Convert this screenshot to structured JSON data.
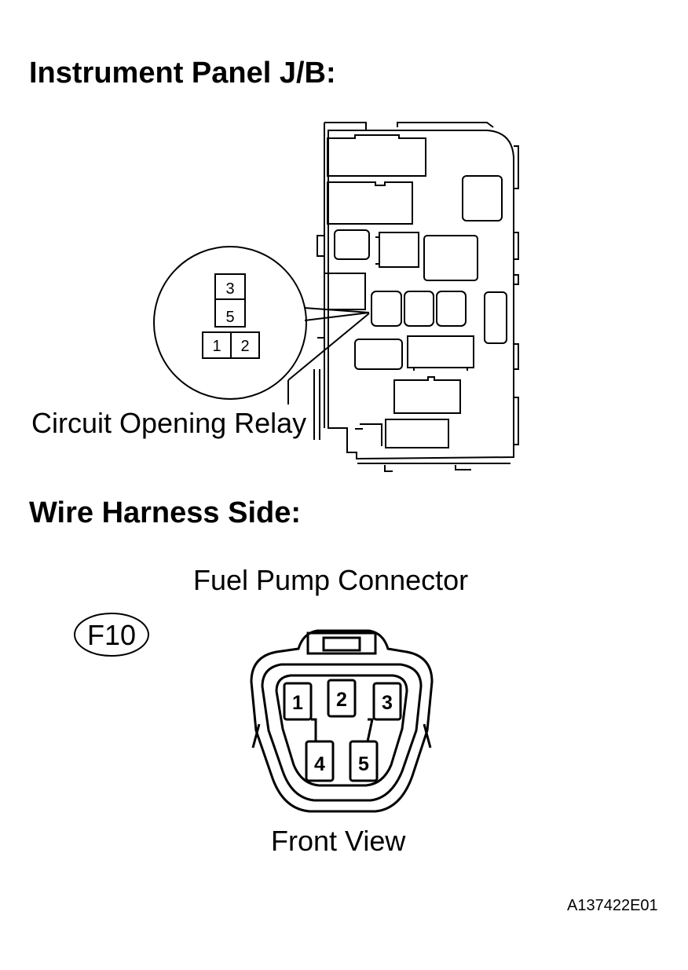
{
  "headings": {
    "jb": "Instrument Panel J/B:",
    "harness": "Wire Harness Side:"
  },
  "relay": {
    "label": "Circuit Opening Relay",
    "pins": [
      "3",
      "5",
      "1",
      "2"
    ]
  },
  "connector": {
    "title": "Fuel Pump Connector",
    "code": "F10",
    "pins": [
      "1",
      "2",
      "3",
      "4",
      "5"
    ],
    "view": "Front View"
  },
  "figure_id": "A137422E01"
}
